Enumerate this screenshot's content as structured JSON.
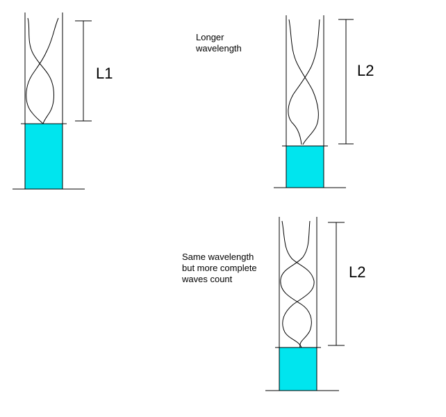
{
  "colors": {
    "water": "#00e5ee",
    "ink": "#000000",
    "background": "#ffffff"
  },
  "panels": [
    {
      "id": "tube-1",
      "length_label": "L1",
      "note_lines": []
    },
    {
      "id": "tube-2",
      "length_label": "L2",
      "note_lines": [
        "Longer",
        "wavelength"
      ]
    },
    {
      "id": "tube-3",
      "length_label": "L2",
      "note_lines": [
        "Same wavelength",
        "but more complete",
        "waves count"
      ]
    }
  ]
}
